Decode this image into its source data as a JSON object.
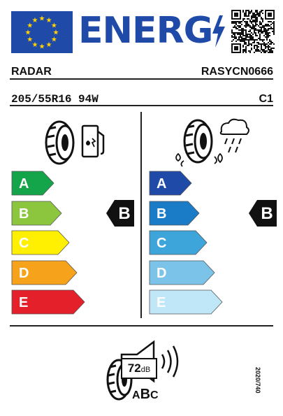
{
  "header": {
    "title": "ENERG",
    "flag": {
      "color": "#1f4aa8",
      "star_color": "#ffd200"
    }
  },
  "supplier": {
    "brand": "RADAR",
    "model": "RASYCN0666"
  },
  "tyre": {
    "size": "205/55R16 94W",
    "class": "C1"
  },
  "fuel_efficiency": {
    "classes": [
      "A",
      "B",
      "C",
      "D",
      "E"
    ],
    "colors": [
      "#14a44a",
      "#8cc63f",
      "#ffef00",
      "#f7a21b",
      "#e4202b"
    ],
    "rating": "B"
  },
  "wet_grip": {
    "classes": [
      "A",
      "B",
      "C",
      "D",
      "E"
    ],
    "colors": [
      "#1f4aa8",
      "#1a7bc6",
      "#3ea5db",
      "#7cc3ea",
      "#bfe7f8"
    ],
    "rating": "B"
  },
  "noise": {
    "value": "72",
    "unit": "dB",
    "class_letters": [
      "A",
      "B",
      "C"
    ],
    "highlighted": "B"
  },
  "regulation": "2020/740"
}
